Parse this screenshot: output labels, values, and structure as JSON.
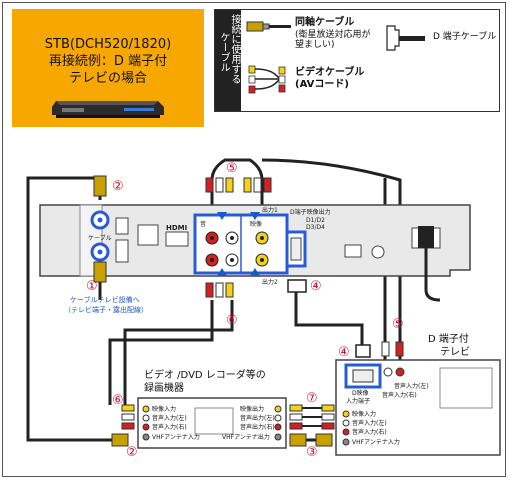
{
  "title": {
    "line1": "STB(DCH520/1820)",
    "line2": "再接続例：D 端子付",
    "line3": "テレビの場合"
  },
  "legend": {
    "side_line1": "接続に使用する",
    "side_line2": "ケーブル",
    "coax_label": "同軸ケーブル",
    "coax_note1": "(衛星放送対応用が",
    "coax_note2": "望ましい)",
    "dterm_label": "D 端子ケーブル",
    "video_label": "ビデオケーブル",
    "video_sub": "(AVコード)"
  },
  "stb_panel": {
    "cable": "ケーブル",
    "output": "出力",
    "av_left": "音",
    "av_right": "映像",
    "hdmi": "HDMI",
    "dterm_out": "D端子映像出力",
    "dterm_formats": [
      "D1/D2",
      "D3/D4"
    ],
    "out1": "出力1",
    "out2": "出力2"
  },
  "numbers": {
    "n1": "①",
    "n2a": "②",
    "n2b": "②",
    "n3": "③",
    "n4a": "④",
    "n4b": "④",
    "n5a": "⑤",
    "n5b": "⑤",
    "n6a": "⑥",
    "n6b": "⑥",
    "n7": "⑦"
  },
  "cable_note": {
    "line1": "ケーブルテレビ設備へ",
    "line2": "（テレビ端子・露出配線）"
  },
  "recorder": {
    "title1": "ビデオ /DVD レコーダ等の",
    "title2": "録画機器",
    "in_video": "映像入力",
    "in_audio_l": "音声入力(左)",
    "in_audio_r": "音声入力(右)",
    "vhf_in": "VHFアンテナ入力",
    "out_video": "映像出力",
    "out_audio_l": "音声出力(左)",
    "out_audio_r": "音声出力(右)",
    "vhf_out": "VHFアンテナ出力"
  },
  "tv": {
    "title1": "D 端子付",
    "title2": "テレビ",
    "dterm1": "D映像",
    "dterm2": "入力端子",
    "audio_l": "音声入力(左)",
    "audio_r": "音声入力(右)",
    "in_video": "映像入力",
    "in_audio_l": "音声入力(左)",
    "in_audio_r": "音声入力(右)",
    "vhf_in": "VHFアンテナ入力"
  },
  "colors": {
    "accent_orange": "#f6a800",
    "connector_gold": "#c8a000",
    "video_yellow": "#f3d21a",
    "audio_red": "#d42020",
    "audio_white": "#ffffff",
    "panel_blue": "#2a5bd7",
    "guide_blue": "#1d57c9"
  }
}
